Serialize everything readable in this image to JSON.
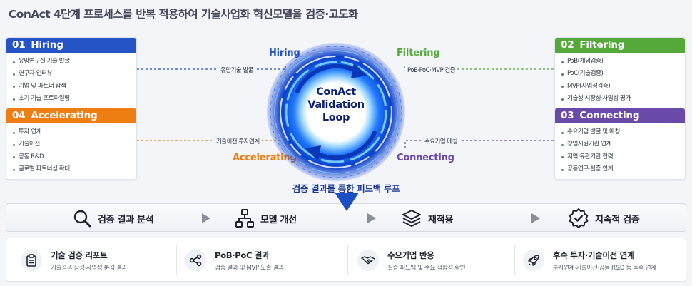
{
  "title": "ConAct 4단계 프로세스를 반복 적용하여 기술사업화 혁신모델을 검증·고도화",
  "stages": {
    "hiring": {
      "num": "01",
      "name": "Hiring",
      "color": "#2453c6",
      "items": [
        "유망연구실·기술 발굴",
        "연구자 인터뷰",
        "기업 및 파트너 탐색",
        "초기 기술 프로파일링"
      ]
    },
    "filtering": {
      "num": "02",
      "name": "Filtering",
      "color": "#55a93a",
      "items": [
        "PoB(개념검증)",
        "PoC(기술검증)",
        "MVP(사업성검증)",
        "기술성·시장성·사업성 평가"
      ]
    },
    "connecting": {
      "num": "03",
      "name": "Connecting",
      "color": "#6a4aa8",
      "items": [
        "수요기업 발굴 및 매칭",
        "창업지원기관 연계",
        "지역·유관기관 협력",
        "공동연구·실증 연계"
      ]
    },
    "accelerating": {
      "num": "04",
      "name": "Accelerating",
      "color": "#ee7d12",
      "items": [
        "투자 연계",
        "기술이전",
        "공동 R&D",
        "글로벌 파트너십 확대"
      ]
    }
  },
  "loop": {
    "hiring_label": "Hiring",
    "filtering_label": "Filtering",
    "connecting_label": "Connecting",
    "accelerating_label": "Accelerating",
    "hiring_connector": "유망기술 발굴",
    "filtering_connector": "PoB·PoC·MVP 검증",
    "connecting_connector": "수요기업 매칭",
    "accelerating_connector": "기술이전·투자연계",
    "center_line1": "ConAct",
    "center_line2": "Validation",
    "center_line3": "Loop"
  },
  "feedback_label": "검증 결과를 통한 피드백 루프",
  "process_steps": [
    {
      "label": "검증 결과 분석",
      "icon": "magnifier-icon"
    },
    {
      "label": "모델 개선",
      "icon": "hierarchy-icon"
    },
    {
      "label": "재적용",
      "icon": "layers-icon"
    },
    {
      "label": "지속적 검증",
      "icon": "badge-check-icon"
    }
  ],
  "outputs": [
    {
      "title": "기술 검증 리포트",
      "desc": "기술성·시장성·사업성 분석 결과",
      "icon": "clipboard-icon"
    },
    {
      "title": "PoB·PoC 결과",
      "desc": "검증 결과 및 MVP 도출 결과",
      "icon": "share-icon"
    },
    {
      "title": "수요기업 반응",
      "desc": "실증 피드백 및 수요 적합성 확인",
      "icon": "handshake-icon"
    },
    {
      "title": "후속 투자·기술이전 연계",
      "desc": "투자연계·기술이전·공동 R&D 등 후속 연계",
      "icon": "rocket-icon"
    }
  ],
  "colors": {
    "hiring": "#2453c6",
    "filtering": "#55a93a",
    "connecting": "#6a4aa8",
    "accelerating": "#ee7d12",
    "title": "#44485a",
    "accent": "#1d3a93"
  }
}
